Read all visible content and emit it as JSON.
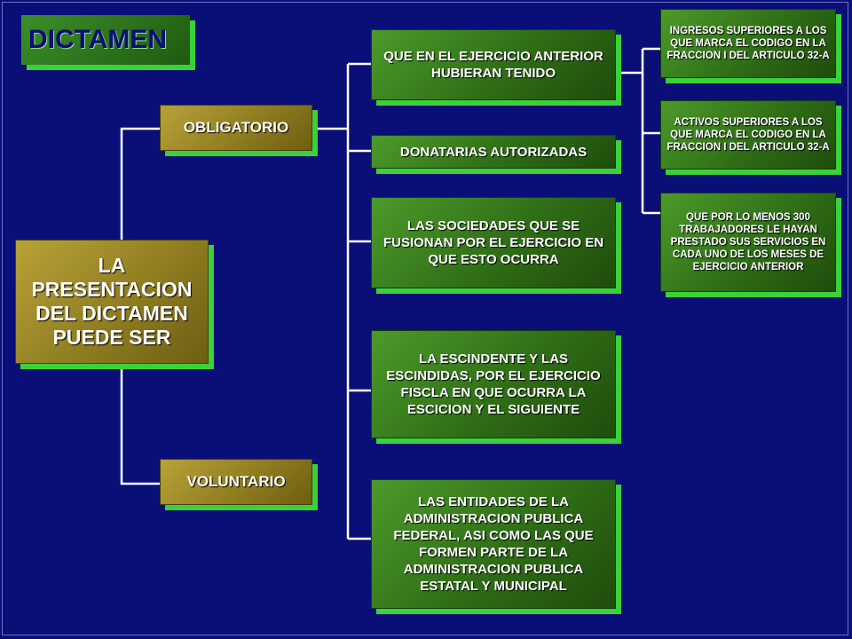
{
  "title": "DICTAMEN",
  "root": "LA PRESENTACION DEL DICTAMEN PUEDE SER",
  "branches": {
    "obligatorio": "OBLIGATORIO",
    "voluntario": "VOLUNTARIO"
  },
  "obligatorio_items": [
    "QUE EN EL EJERCICIO ANTERIOR HUBIERAN TENIDO",
    "DONATARIAS AUTORIZADAS",
    "LAS SOCIEDADES QUE SE FUSIONAN POR EL EJERCICIO EN QUE ESTO OCURRA",
    "LA ESCINDENTE Y LAS ESCINDIDAS, POR EL EJERCICIO FISCLA EN QUE OCURRA LA ESCICION Y EL SIGUIENTE",
    "LAS ENTIDADES DE LA ADMINISTRACION PUBLICA FEDERAL, ASI COMO LAS QUE FORMEN PARTE DE LA ADMINISTRACION PUBLICA ESTATAL Y MUNICIPAL"
  ],
  "conditions": [
    "INGRESOS SUPERIORES A LOS QUE MARCA EL CODIGO EN LA FRACCION I DEL ARTICULO 32-A",
    "ACTIVOS SUPERIORES A LOS QUE MARCA EL CODIGO EN LA FRACCION I DEL ARTICULO 32-A",
    "QUE POR LO MENOS 300 TRABAJADORES LE HAYAN PRESTADO SUS SERVICIOS EN CADA UNO DE LOS MESES DE EJERCICIO ANTERIOR"
  ],
  "colors": {
    "background": "#0a0f78",
    "box_green": "#2f6e16",
    "box_olive": "#8c7a1e",
    "shadow": "#3ad13a",
    "connector": "#ffffff"
  }
}
